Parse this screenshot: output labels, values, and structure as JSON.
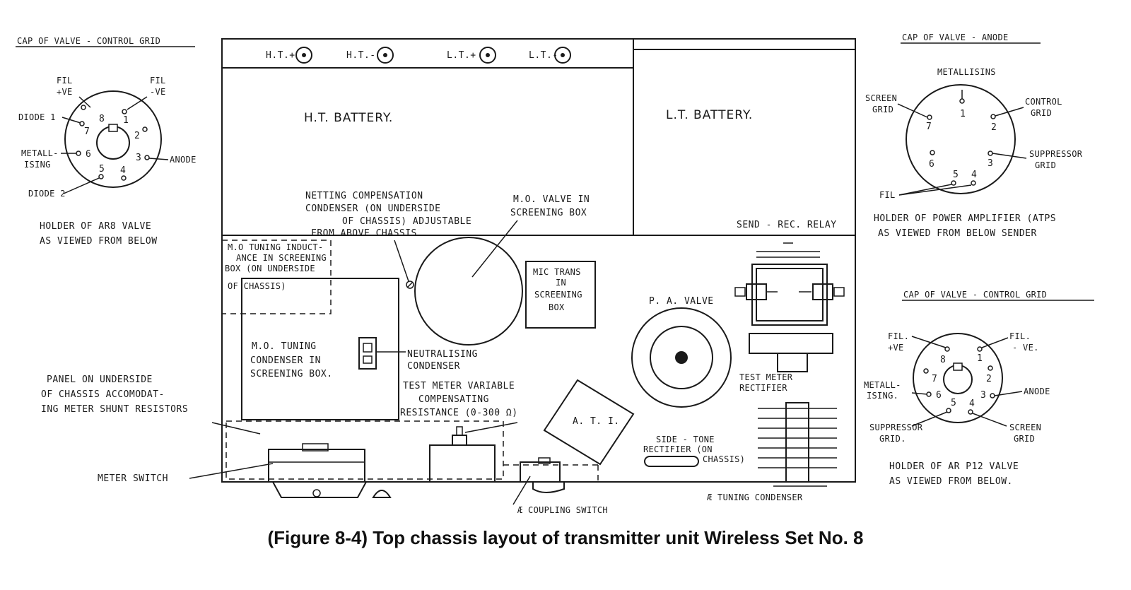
{
  "caption": "(Figure 8-4) Top chassis layout of transmitter unit Wireless Set No. 8",
  "left_holder": {
    "cap": "CAP OF VALVE - CONTROL GRID",
    "fil_pos": [
      "FIL",
      "+VE"
    ],
    "fil_neg": [
      "FIL",
      "-VE"
    ],
    "diode1": "DIODE 1",
    "metallising": [
      "METALL-",
      "ISING"
    ],
    "anode": "ANODE",
    "diode2": "DIODE 2",
    "pins": [
      "1",
      "2",
      "3",
      "4",
      "5",
      "6",
      "7",
      "8"
    ],
    "title": [
      "HOLDER OF AR8 VALVE",
      "AS VIEWED FROM BELOW"
    ]
  },
  "right_top_holder": {
    "cap": "CAP OF VALVE - ANODE",
    "metallising": "METALLISINS",
    "screen_grid": [
      "SCREEN",
      "GRID"
    ],
    "control_grid": [
      "CONTROL",
      "GRID"
    ],
    "suppressor": [
      "SUPPRESSOR",
      "GRID"
    ],
    "fil": "FIL",
    "pins": [
      "1",
      "2",
      "3",
      "4",
      "5",
      "6",
      "7"
    ],
    "title": [
      "HOLDER OF POWER AMPLIFIER (ATPS",
      "AS VIEWED FROM BELOW SENDER"
    ]
  },
  "right_bottom_holder": {
    "cap": "CAP OF VALVE - CONTROL GRID",
    "fil_pos": [
      "FIL.",
      "+VE"
    ],
    "fil_neg": [
      "FIL.",
      "- VE."
    ],
    "metallising": [
      "METALL-",
      "ISING."
    ],
    "anode": "ANODE",
    "suppressor": [
      "SUPPRESSOR",
      "GRID."
    ],
    "screen": [
      "SCREEN",
      "GRID"
    ],
    "pins": [
      "1",
      "2",
      "3",
      "4",
      "5",
      "6",
      "7",
      "8"
    ],
    "title": [
      "HOLDER OF AR P12 VALVE",
      "AS VIEWED FROM BELOW."
    ]
  },
  "chassis": {
    "terminals": [
      "H.T.+",
      "H.T.-",
      "L.T.+",
      "L.T.-"
    ],
    "ht_battery": "H.T. BATTERY.",
    "lt_battery": "L.T. BATTERY.",
    "netting": [
      "NETTING COMPENSATION",
      "CONDENSER (ON UNDERSIDE",
      "OF CHASSIS) ADJUSTABLE",
      "FROM ABOVE CHASSIS"
    ],
    "mo_valve": [
      "M.O. VALVE IN",
      "SCREENING BOX"
    ],
    "send_rec": "SEND - REC. RELAY",
    "mo_tuning_ind": [
      "M.O TUNING INDUCT-",
      "ANCE IN SCREENING",
      "BOX (ON UNDERSIDE",
      "OF CHASSIS)"
    ],
    "mic_trans": [
      "MIC TRANS",
      "IN",
      "SCREENING",
      "BOX"
    ],
    "pa_valve": "P. A. VALVE",
    "mo_tuning_cond": [
      "M.O. TUNING",
      "CONDENSER IN",
      "SCREENING BOX."
    ],
    "neutralising": [
      "NEUTRALISING",
      "CONDENSER"
    ],
    "test_meter_var": [
      "TEST METER VARIABLE",
      "COMPENSATING",
      "RESISTANCE (0-300 Ω)"
    ],
    "ati": "A. T. I.",
    "test_meter_rect": [
      "TEST METER",
      "RECTIFIER"
    ],
    "side_tone": [
      "SIDE - TONE",
      "RECTIFIER (ON",
      "CHASSIS)"
    ],
    "panel": [
      "PANEL ON UNDERSIDE",
      "OF CHASSIS ACCOMODAT-",
      "ING METER SHUNT RESISTORS"
    ],
    "meter_switch": "METER SWITCH",
    "ae_coupling": "Æ COUPLING SWITCH",
    "ae_tuning": "Æ TUNING CONDENSER"
  }
}
